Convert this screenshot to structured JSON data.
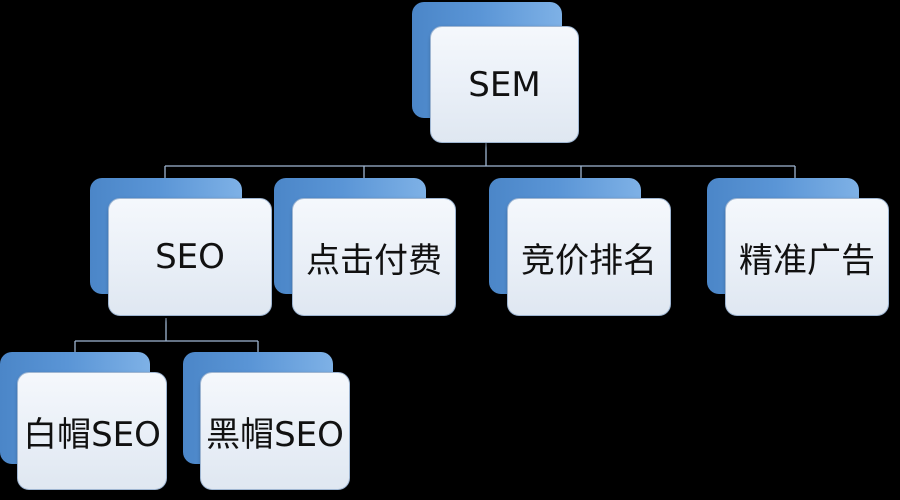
{
  "diagram": {
    "colors": {
      "background": "#000000",
      "box_back": "#5a95d6",
      "box_front": "#eef3f9",
      "connector": "#9fb6d2",
      "text": "#111111"
    },
    "root": {
      "label": "SEM"
    },
    "level1": [
      {
        "label": "SEO"
      },
      {
        "label": "点击付费"
      },
      {
        "label": "竞价排名"
      },
      {
        "label": "精准广告"
      }
    ],
    "level2": [
      {
        "label": "白帽SEO"
      },
      {
        "label": "黑帽SEO"
      }
    ],
    "edges": [
      [
        "SEM",
        "SEO"
      ],
      [
        "SEM",
        "点击付费"
      ],
      [
        "SEM",
        "竞价排名"
      ],
      [
        "SEM",
        "精准广告"
      ],
      [
        "SEO",
        "白帽SEO"
      ],
      [
        "SEO",
        "黑帽SEO"
      ]
    ]
  }
}
